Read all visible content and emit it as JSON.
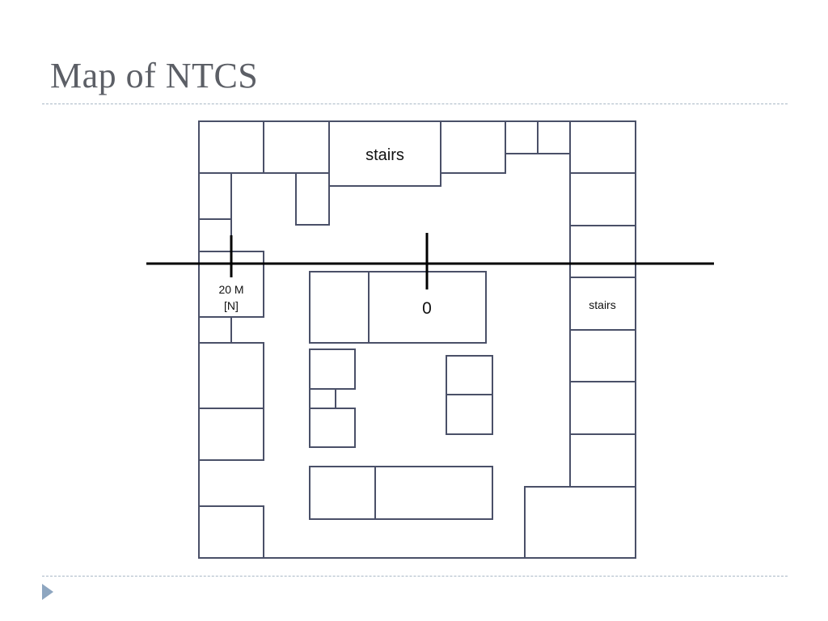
{
  "slide": {
    "title": "Map of NTCS"
  },
  "map": {
    "labels": {
      "stairs_top": "stairs",
      "stairs_right": "stairs",
      "marker_20m_line1": "20 M",
      "marker_20m_line2": "[N]",
      "marker_zero": "0"
    }
  },
  "colors": {
    "title": "#5c5f66",
    "walls": "#4a5068",
    "rule": "#a9b8c6",
    "nav_arrow": "#8ea6c0"
  }
}
